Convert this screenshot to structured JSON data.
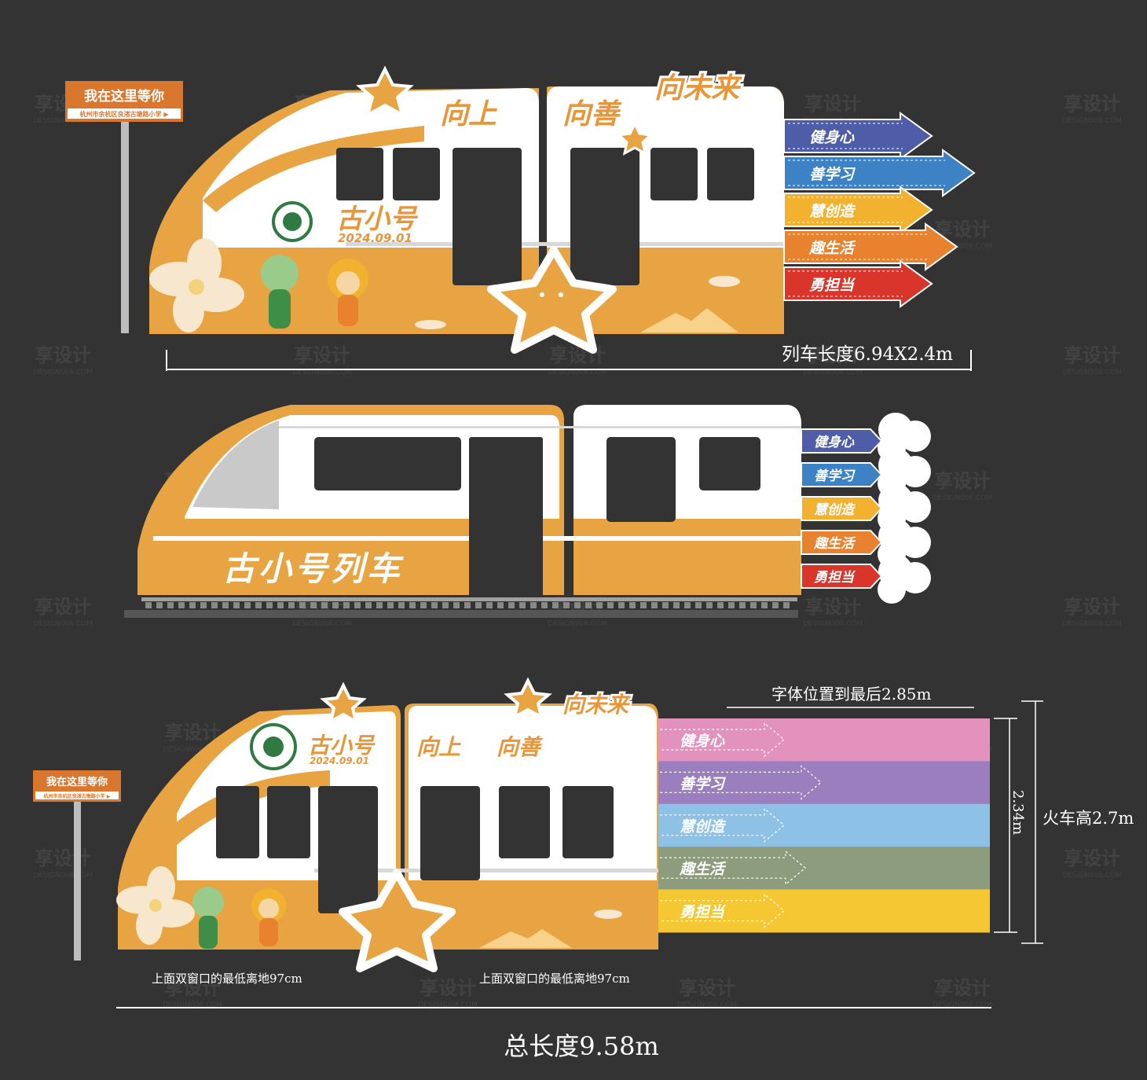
{
  "top": {
    "sign_title": "我在这里等你",
    "sign_subtitle": "杭州市余杭区良渚古墩路小学 ▶",
    "slogan_1": "向上",
    "slogan_2": "向善",
    "slogan_3": "向未来",
    "train_name": "古小号",
    "train_date": "2024.09.01",
    "arrows": [
      "健身心",
      "善学习",
      "慧创造",
      "趣生活",
      "勇担当"
    ],
    "dimension": "列车长度6.94X2.4m"
  },
  "middle": {
    "train_title": "古小号列车",
    "arrows": [
      "健身心",
      "善学习",
      "慧创造",
      "趣生活",
      "勇担当"
    ]
  },
  "bottom": {
    "sign_title": "我在这里等你",
    "sign_subtitle": "杭州市余杭区良渚古墩路小学 ▶",
    "train_name": "古小号",
    "train_date": "2024.09.01",
    "slogan_1": "向上",
    "slogan_2": "向善",
    "slogan_3": "向未来",
    "stripes": [
      "健身心",
      "善学习",
      "慧创造",
      "趣生活",
      "勇担当"
    ],
    "dim_text_pos": "字体位置到最后2.85m",
    "dim_height_1": "2.34m",
    "dim_height_2": "火车高2.7m",
    "window_note_1": "上面双窗口的最低离地97cm",
    "window_note_2": "上面双窗口的最低离地97cm",
    "total_length": "总长度9.58m"
  },
  "watermark": {
    "text": "享设计",
    "sub": "DESIGN006.COM"
  },
  "colors": {
    "orange": "#E8A442",
    "white": "#ffffff",
    "window": "#333333",
    "arrow_blue": "#4F5DA8",
    "arrow_lightblue": "#3D82C4",
    "arrow_yellow": "#F2B230",
    "arrow_orange": "#E9822E",
    "arrow_red": "#D9352B",
    "stripe_pink": "#E391BD",
    "stripe_purple": "#9B7EBE",
    "stripe_blue": "#8EC1E6",
    "stripe_green": "#8E9C7E",
    "stripe_yellow": "#F4C733"
  }
}
